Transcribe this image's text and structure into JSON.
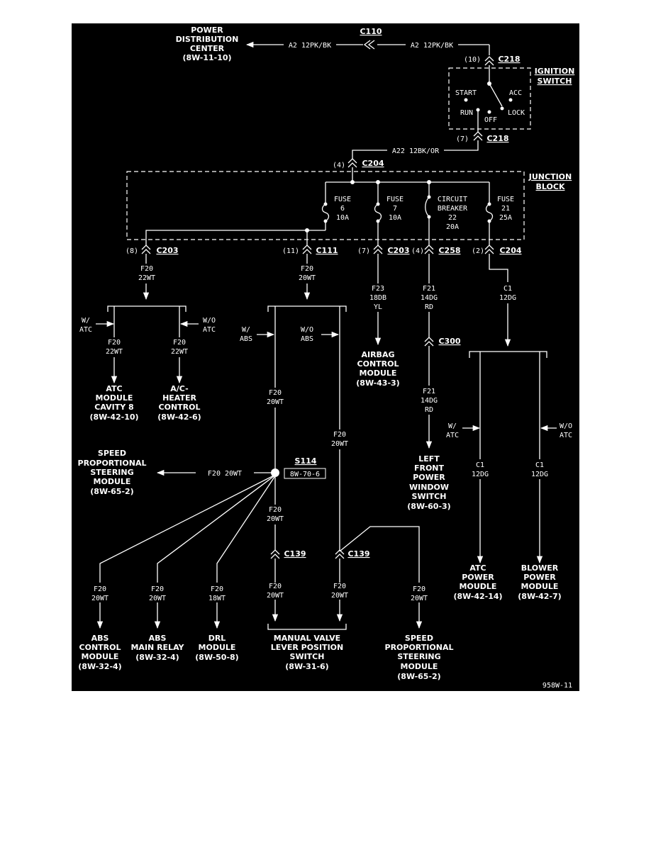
{
  "labels": {
    "pdc": [
      "POWER",
      "DISTRIBUTION",
      "CENTER",
      "(8W-11-10)"
    ],
    "c110": "C110",
    "wire_a2_left": "A2 12PK/BK",
    "wire_a2_right": "A2 12PK/BK",
    "c218_top_pin": "(10)",
    "c218_top": "C218",
    "ignition": [
      "IGNITION",
      "SWITCH"
    ],
    "ign_start": "START",
    "ign_acc": "ACC",
    "ign_run": "RUN",
    "ign_off": "OFF",
    "ign_lock": "LOCK",
    "c218_bot_pin": "(7)",
    "c218_bot": "C218",
    "wire_a22": "A22 12BK/OR",
    "c204_top_pin": "(4)",
    "c204_top": "C204",
    "junction": [
      "JUNCTION",
      "BLOCK"
    ],
    "fuse6": [
      "FUSE",
      "6",
      "10A"
    ],
    "fuse7": [
      "FUSE",
      "7",
      "10A"
    ],
    "cb22": [
      "CIRCUIT",
      "BREAKER",
      "22",
      "20A"
    ],
    "fuse21": [
      "FUSE",
      "21",
      "25A"
    ],
    "c203a_pin": "(8)",
    "c203a": "C203",
    "c111_pin": "(11)",
    "c111": "C111",
    "c203b_pin": "(7)",
    "c203b": "C203",
    "c258_pin": "(4)",
    "c258": "C258",
    "c204b_pin": "(2)",
    "c204b": "C204",
    "w1": [
      "F20",
      "22WT"
    ],
    "w2": [
      "F20",
      "20WT"
    ],
    "w3": [
      "F23",
      "18DB",
      "YL"
    ],
    "w4": [
      "F21",
      "14DG",
      "RD"
    ],
    "w5": [
      "C1",
      "12DG"
    ],
    "w_atc_left": [
      "W/",
      "ATC"
    ],
    "wo_atc_left": [
      "W/O",
      "ATC"
    ],
    "w6": [
      "F20",
      "22WT"
    ],
    "w7": [
      "F20",
      "22WT"
    ],
    "atc_module": [
      "ATC",
      "MODULE",
      "CAVITY 8",
      "(8W-42-10)"
    ],
    "ac_heater": [
      "A/C-",
      "HEATER",
      "CONTROL",
      "(8W-42-6)"
    ],
    "w_abs": [
      "W/",
      "ABS"
    ],
    "wo_abs": [
      "W/O",
      "ABS"
    ],
    "airbag": [
      "AIRBAG",
      "CONTROL",
      "MODULE",
      "(8W-43-3)"
    ],
    "c300": "C300",
    "w8": [
      "F21",
      "14DG",
      "RD"
    ],
    "w9": [
      "F20",
      "20WT"
    ],
    "w10": [
      "F20",
      "20WT"
    ],
    "w_atc_right": [
      "W/",
      "ATC"
    ],
    "wo_atc_right": [
      "W/O",
      "ATC"
    ],
    "w11": [
      "C1",
      "12DG"
    ],
    "w12": [
      "C1",
      "12DG"
    ],
    "speed_prop_left": [
      "SPEED",
      "PROPORTIONAL",
      "STEERING",
      "MODULE",
      "(8W-65-2)"
    ],
    "wire_f20_splice": "F20 20WT",
    "s114": "S114",
    "s114_ref": "8W-70-6",
    "left_front": [
      "LEFT",
      "FRONT",
      "POWER",
      "WINDOW",
      "SWITCH",
      "(8W-60-3)"
    ],
    "w13": [
      "F20",
      "20WT"
    ],
    "c139a": "C139",
    "c139b": "C139",
    "atc_power": [
      "ATC",
      "POWER",
      "MOUDLE",
      "(8W-42-14)"
    ],
    "blower_power": [
      "BLOWER",
      "POWER",
      "MODULE",
      "(8W-42-7)"
    ],
    "w14": [
      "F20",
      "20WT"
    ],
    "w15": [
      "F20",
      "20WT"
    ],
    "w16": [
      "F20",
      "18WT"
    ],
    "w17": [
      "F20",
      "20WT"
    ],
    "w18": [
      "F20",
      "20WT"
    ],
    "w19": [
      "F20",
      "20WT"
    ],
    "abs_control": [
      "ABS",
      "CONTROL",
      "MODULE",
      "(8W-32-4)"
    ],
    "abs_relay": [
      "ABS",
      "MAIN RELAY",
      "(8W-32-4)"
    ],
    "drl": [
      "DRL",
      "MODULE",
      "(8W-50-8)"
    ],
    "manual_valve": [
      "MANUAL VALVE",
      "LEVER POSITION",
      "SWITCH",
      "(8W-31-6)"
    ],
    "speed_prop_bottom": [
      "SPEED",
      "PROPORTIONAL",
      "STEERING",
      "MODULE",
      "(8W-65-2)"
    ],
    "figure_id": "958W-11"
  }
}
